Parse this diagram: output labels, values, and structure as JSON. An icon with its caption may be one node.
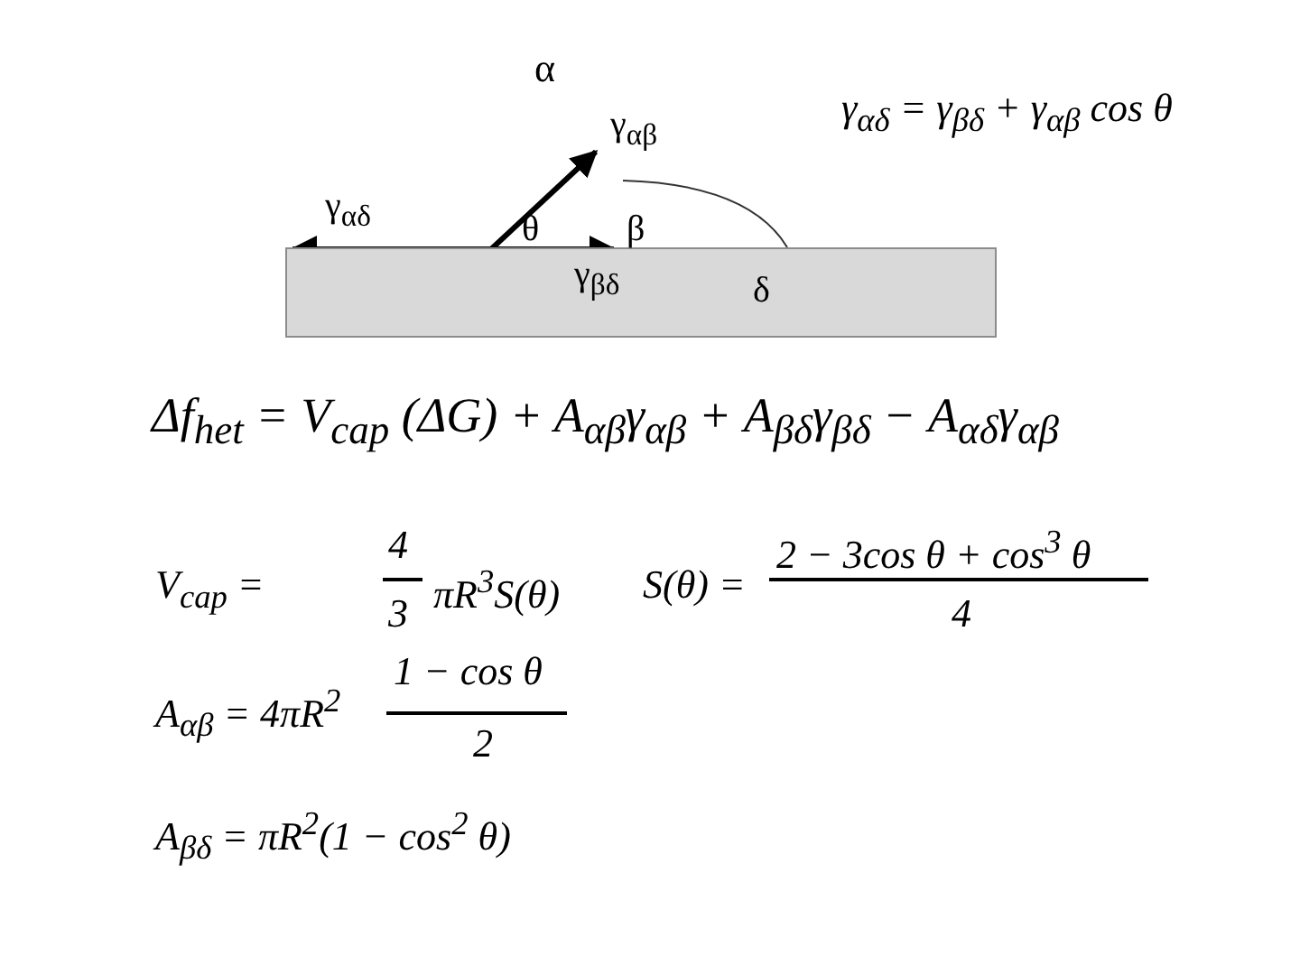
{
  "diagram": {
    "nodes": [
      {
        "text": [
          "δ"
        ]
      }
    ],
    "labels": [
      "α",
      "γ$_{αβ}$",
      "γ$_{αδ}$ = γ$_{βδ}$ + γ$_{αβ}$ cos θ",
      "γ$_{αδ}$",
      "θ",
      "β",
      "γ$_{βδ}$",
      "Δf$_{het}$ = V$_{cap}$ (ΔG) + A$_{αβ}$γ$_{αβ}$ + A$_{βδ}$γ$_{βδ}$ − A$_{αδ}$γ$_{αβ}$",
      "V$_{cap}$ =",
      "4",
      "3",
      "πR$^{3}$S(θ)",
      "S(θ) =",
      "2 − 3cos θ + cos$^{3}$ θ",
      "4",
      "A$_{αβ}$ = 4πR$^{2}$",
      "1 − cos θ",
      "2",
      "A$_{βδ}$ = πR$^{2}$(1 − cos$^{2}$ θ)"
    ]
  }
}
